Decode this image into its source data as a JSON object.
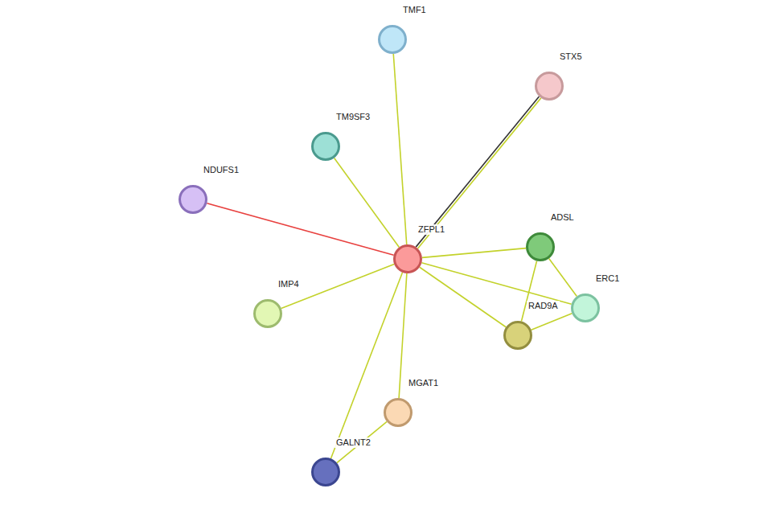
{
  "diagram": {
    "nodes": [
      {
        "text": [
          "TMF1"
        ]
      },
      {
        "text": [
          "STX5"
        ]
      },
      {
        "text": [
          "TM9SF3"
        ]
      },
      {
        "text": [
          "NDUFS1"
        ]
      },
      {
        "text": [
          "ZFPL1"
        ]
      },
      {
        "text": [
          "ADSL"
        ]
      },
      {
        "text": [
          "ERC1"
        ]
      },
      {
        "text": [
          "IMP4"
        ]
      },
      {
        "text": [
          "RAD9A"
        ]
      },
      {
        "text": [
          "MGAT1"
        ]
      },
      {
        "text": [
          "GALNT2"
        ]
      }
    ],
    "edges": [
      {
        "from": 4,
        "to": 0,
        "arrow": "none"
      },
      {
        "from": 4,
        "to": 1,
        "arrow": "none"
      },
      {
        "from": 4,
        "to": 2,
        "arrow": "none"
      },
      {
        "from": 4,
        "to": 3,
        "arrow": "none"
      },
      {
        "from": 4,
        "to": 5,
        "arrow": "none"
      },
      {
        "from": 4,
        "to": 6,
        "arrow": "none"
      },
      {
        "from": 4,
        "to": 7,
        "arrow": "none"
      },
      {
        "from": 4,
        "to": 8,
        "arrow": "none"
      },
      {
        "from": 4,
        "to": 9,
        "arrow": "none"
      },
      {
        "from": 4,
        "to": 10,
        "arrow": "none"
      },
      {
        "from": 5,
        "to": 6,
        "arrow": "none"
      },
      {
        "from": 5,
        "to": 8,
        "arrow": "none"
      },
      {
        "from": 8,
        "to": 6,
        "arrow": "none"
      },
      {
        "from": 9,
        "to": 10,
        "arrow": "none"
      }
    ]
  }
}
